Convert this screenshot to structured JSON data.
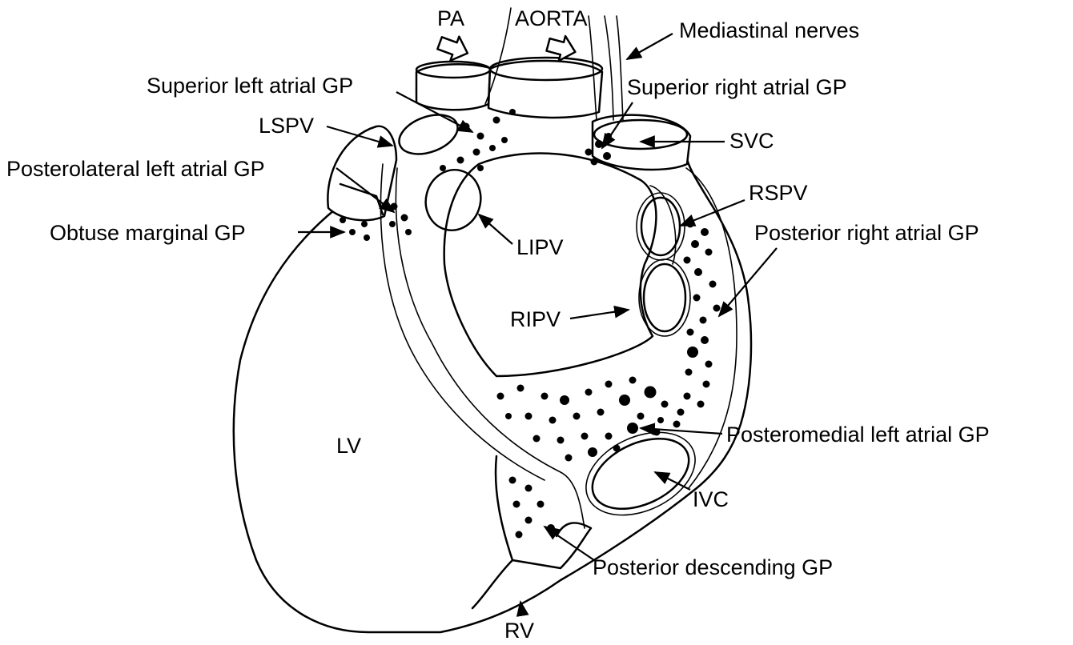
{
  "labels": {
    "pa": "PA",
    "aorta": "AORTA",
    "mediastinal_nerves": "Mediastinal nerves",
    "superior_left_atrial_gp": "Superior left atrial GP",
    "superior_right_atrial_gp": "Superior right atrial GP",
    "lspv": "LSPV",
    "svc": "SVC",
    "posterolateral_left_atrial_gp": "Posterolateral left atrial GP",
    "rspv": "RSPV",
    "obtuse_marginal_gp": "Obtuse marginal GP",
    "posterior_right_atrial_gp": "Posterior right atrial GP",
    "lipv": "LIPV",
    "ripv": "RIPV",
    "lv": "LV",
    "posteromedial_left_atrial_gp": "Posteromedial left atrial GP",
    "ivc": "IVC",
    "posterior_descending_gp": "Posterior descending GP",
    "rv": "RV"
  },
  "colors": {
    "stroke": "#000000",
    "background": "#ffffff"
  }
}
